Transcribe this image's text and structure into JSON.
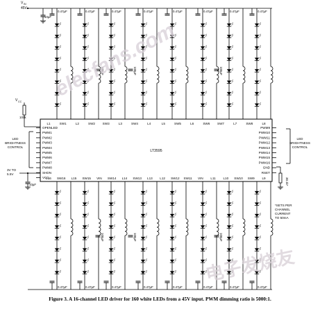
{
  "supply": {
    "vin_label": "V",
    "vin_sub": "IN",
    "vin_value": "45V"
  },
  "caps": {
    "input_cap": "10µF",
    "output_cap": "0.47µF",
    "big_cap": "100µF"
  },
  "chip": {
    "name": "LT3595",
    "top_pins": [
      "L1",
      "SW1",
      "L2",
      "SW2",
      "SW3",
      "L3",
      "SW4",
      "L4",
      "L5",
      "SW5",
      "L6",
      "SW6",
      "SW7",
      "L7",
      "SW8",
      "L8"
    ],
    "bottom_pins": [
      "L16",
      "SW16",
      "L15",
      "SW15",
      "VIN",
      "SW14",
      "L14",
      "SW13",
      "L13",
      "L12",
      "SW12",
      "SW11",
      "VIN",
      "L11",
      "L10",
      "SW10",
      "SW9",
      "L9"
    ],
    "left_pins": [
      "OPENLED",
      "PWM1",
      "PWM2",
      "PWM3",
      "PWM4",
      "PWM5",
      "PWM6",
      "PWM7",
      "PWM8",
      "SHDN",
      "VCC"
    ],
    "right_pins": [
      "PWM9",
      "PWM10",
      "PWM11",
      "PWM12",
      "PWM13",
      "PWM14",
      "PWM15",
      "PWM16",
      "GND",
      "RSET"
    ]
  },
  "labels": {
    "vcc_label": "V",
    "vcc_sub": "CC",
    "pullup": "100k",
    "led_control_left": [
      "LED",
      "BRIGHTNESS",
      "CONTROL"
    ],
    "led_control_right": [
      "LED",
      "BRIGHTNESS",
      "CONTROL"
    ],
    "supply_range": [
      "3V TO",
      "5.5V"
    ],
    "vcc_cap": "10µF",
    "rset_value": "30.1k*",
    "note": [
      "*SETS PER",
      "CHANNEL",
      "CURRENT",
      "TO 50mA"
    ]
  },
  "caption": "Figure 3. A 16-channel LED driver for 160 white LEDs from a 45V input. PWM dimming ratio is 5000:1.",
  "watermarks": [
    "elecfans.com",
    "电子发烧友"
  ]
}
